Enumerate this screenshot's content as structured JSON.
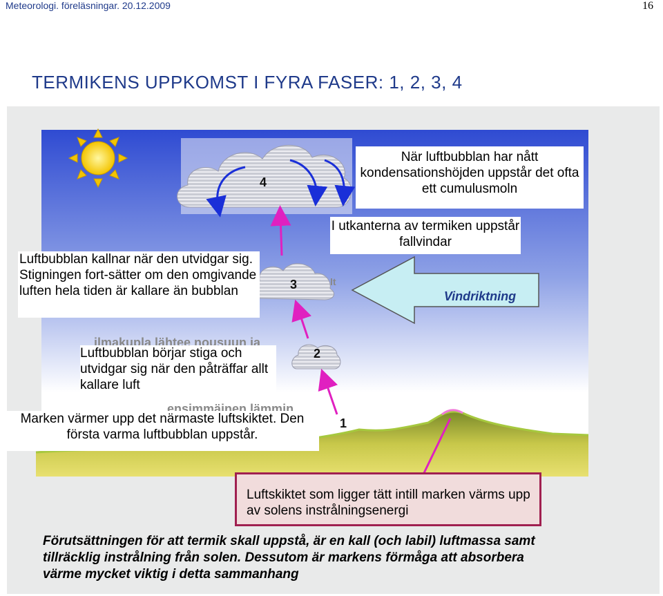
{
  "header": {
    "left": "Meteorologi. föreläsningar. 20.12.2009",
    "page_number": "16"
  },
  "title": "TERMIKENS UPPKOMST I FYRA FASER: 1, 2, 3, 4",
  "phases": {
    "p1": "1",
    "p2": "2",
    "p3": "3",
    "p4": "4"
  },
  "labels": {
    "cumulus": "När luftbubblan har nått kondensationshöjden uppstår det ofta ett cumulusmoln",
    "downdrafts": "I utkanterna av termiken uppstår fallvindar",
    "wind_direction": "Vindriktning",
    "cooling": "Luftbubblan kallnar när den utvidgar sig. Stigningen fort-sätter om den omgivande luften hela tiden är kallare än bubblan",
    "rising": "Luftbubblan börjar stiga och utvidgar sig när den påträffar allt kallare luft",
    "ground": "Marken värmer upp det närmaste luftskiktet. Den första varma luftbubblan uppstår.",
    "layer": "Luftskiktet som ligger tätt intill marken värms upp av solens instrålningsenergi",
    "footer": "Förutsättningen för att termik skall uppstå, är en kall (och labil) luftmassa samt tillräcklig instrålning från solen. Dessutom är markens förmåga att absorbera värme mycket viktig i detta sammanhang"
  },
  "hidden_fragments": {
    "a": "ilmakupla lähtee nousuun ja",
    "b": "ensimmäinen lämmin",
    "c": "lt"
  },
  "colors": {
    "sky_top": "#2f4bd2",
    "sky_bottom": "#ffffff",
    "ground_green": "#a6c83e",
    "ground_yellow": "#d7d84a",
    "arrow_magenta": "#e020c0",
    "arrow_blue": "#1a2fd8",
    "wind_arrow_fill": "#c7eef3",
    "layer_box_fill": "#f1dcdc",
    "layer_box_border": "#a02050",
    "title_blue": "#1f3a8a"
  }
}
